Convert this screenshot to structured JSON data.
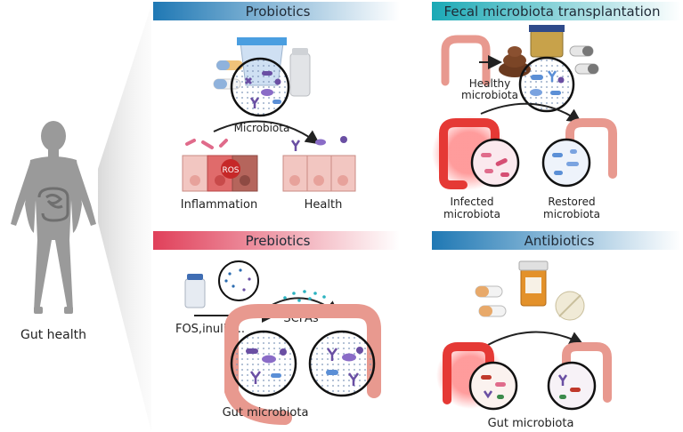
{
  "figure": {
    "left_label": "Gut health",
    "panels": {
      "probiotics": {
        "title": "Probiotics",
        "color": "#1f78b4",
        "labels": {
          "microbiota": "Microbiota",
          "ros": "ROS",
          "inflammation": "Inflammation",
          "health": "Health"
        }
      },
      "fmt": {
        "title": "Fecal microbiota transplantation",
        "color": "#1aa9b5",
        "labels": {
          "healthy_line1": "Healthy",
          "healthy_line2": "microbiota",
          "infected_line1": "Infected",
          "infected_line2": "microbiota",
          "restored_line1": "Restored",
          "restored_line2": "microbiota"
        }
      },
      "prebiotics": {
        "title": "Prebiotics",
        "color": "#e0405a",
        "labels": {
          "fos": "FOS,inulin...",
          "scfas": "SCFAs",
          "gut": "Gut microbiota"
        }
      },
      "antibiotics": {
        "title": "Antibiotics",
        "color": "#1f78b4",
        "labels": {
          "gut": "Gut microbiota"
        }
      }
    },
    "colors": {
      "intestine": "#e8998f",
      "intestine_inflamed": "#e53935",
      "microbe_purple": "#6a4fa3",
      "microbe_blue": "#5b8fd6",
      "microbe_pink": "#e06b8b",
      "cell": "#f2c6c1",
      "cell_damaged": "#b5655c"
    }
  }
}
